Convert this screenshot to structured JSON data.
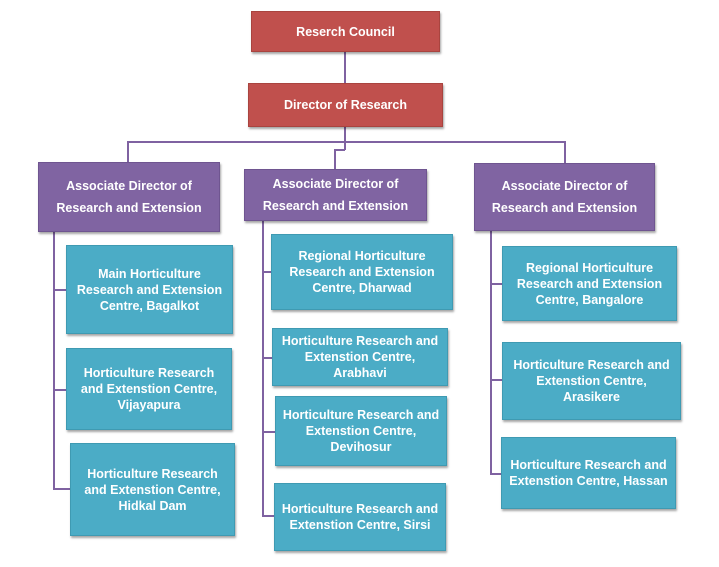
{
  "colors": {
    "top_level": "#c0504d",
    "associate": "#8064a2",
    "centre": "#4bacc6",
    "connector": "#7f62a1"
  },
  "council": {
    "label": "Reserch Council"
  },
  "director": {
    "label": "Director of Research"
  },
  "associates": [
    {
      "label": "Associate Director of Research and Extension",
      "centres": [
        "Main Horticulture Research and Extension Centre, Bagalkot",
        "Horticulture Research and Extenstion Centre, Vijayapura",
        "Horticulture Research and Extenstion Centre, Hidkal Dam"
      ]
    },
    {
      "label": "Associate Director of Research and Extension",
      "centres": [
        "Regional Horticulture Research and Extension Centre, Dharwad",
        "Horticulture Research and Extenstion Centre, Arabhavi",
        "Horticulture Research and Extenstion Centre, Devihosur",
        "Horticulture Research and Extenstion Centre, Sirsi"
      ]
    },
    {
      "label": "Associate Director of Research and Extension",
      "centres": [
        "Regional Horticulture Research and Extension Centre, Bangalore",
        "Horticulture Research and Extenstion Centre, Arasikere",
        "Horticulture Research and Extenstion Centre, Hassan"
      ]
    }
  ]
}
